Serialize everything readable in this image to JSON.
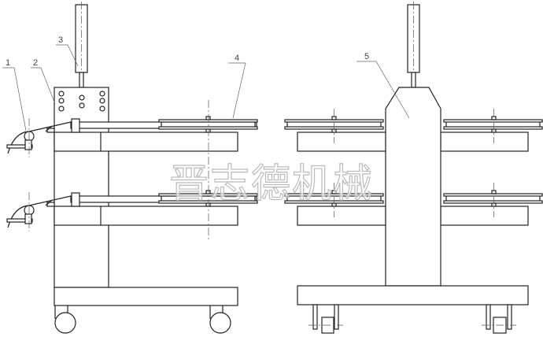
{
  "callouts": [
    {
      "id": "1",
      "label": "1"
    },
    {
      "id": "2",
      "label": "2"
    },
    {
      "id": "3",
      "label": "3"
    },
    {
      "id": "4",
      "label": "4"
    },
    {
      "id": "5",
      "label": "5"
    }
  ],
  "watermark": "晋志德机械",
  "colors": {
    "line": "#222222",
    "watermark": "#bbbbbb"
  }
}
